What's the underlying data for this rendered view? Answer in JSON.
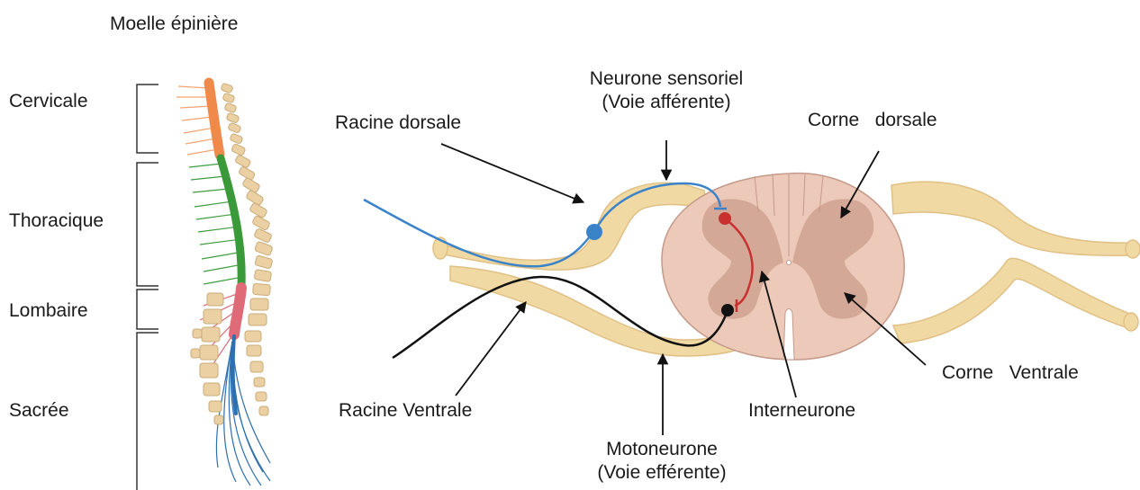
{
  "spine": {
    "title": "Moelle épinière",
    "regions": [
      {
        "label": "Cervicale",
        "color": "#f08a4b"
      },
      {
        "label": "Thoracique",
        "color": "#3a9a3a"
      },
      {
        "label": "Lombaire",
        "color": "#e06b78"
      },
      {
        "label": "Sacrée",
        "color": "#2e6fb0"
      }
    ]
  },
  "cross_section": {
    "labels": {
      "dorsal_root": "Racine dorsale",
      "sensory_neuron_line1": "Neurone sensoriel",
      "sensory_neuron_line2": "(Voie afférente)",
      "dorsal_horn": "Corne   dorsale",
      "ventral_horn": "Corne   Ventrale",
      "interneuron": "Interneurone",
      "ventral_root": "Racine Ventrale",
      "motor_neuron_line1": "Motoneurone",
      "motor_neuron_line2": "(Voie efférente)"
    },
    "colors": {
      "nerve": "#f1d9a3",
      "nerve_stroke": "#e0c085",
      "white_matter": "#ecc9b8",
      "grey_matter": "#d4a897",
      "sensory": "#3b83c9",
      "interneuron": "#c8312f",
      "motor": "#111111"
    }
  }
}
